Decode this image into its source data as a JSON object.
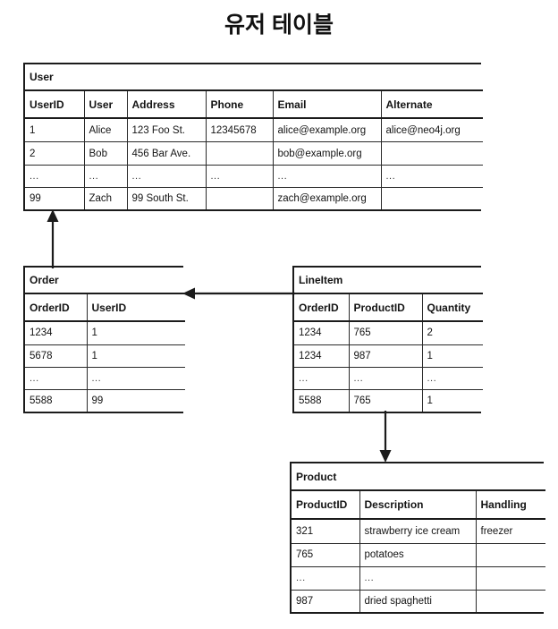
{
  "diagram": {
    "title": "유저 테이블",
    "type": "relational-schema-diagram"
  },
  "tables": {
    "user": {
      "name": "User",
      "columns": [
        "UserID",
        "User",
        "Address",
        "Phone",
        "Email",
        "Alternate"
      ],
      "rows": [
        [
          "1",
          "Alice",
          "123 Foo St.",
          "12345678",
          "alice@example.org",
          "alice@neo4j.org"
        ],
        [
          "2",
          "Bob",
          "456 Bar Ave.",
          "",
          "bob@example.org",
          ""
        ],
        [
          "...",
          "...",
          "...",
          "...",
          "...",
          "..."
        ],
        [
          "99",
          "Zach",
          "99 South St.",
          "",
          "zach@example.org",
          ""
        ]
      ]
    },
    "order": {
      "name": "Order",
      "columns": [
        "OrderID",
        "UserID"
      ],
      "rows": [
        [
          "1234",
          "1"
        ],
        [
          "5678",
          "1"
        ],
        [
          "...",
          "..."
        ],
        [
          "5588",
          "99"
        ]
      ]
    },
    "lineitem": {
      "name": "LineItem",
      "columns": [
        "OrderID",
        "ProductID",
        "Quantity"
      ],
      "rows": [
        [
          "1234",
          "765",
          "2"
        ],
        [
          "1234",
          "987",
          "1"
        ],
        [
          "...",
          "...",
          "..."
        ],
        [
          "5588",
          "765",
          "1"
        ]
      ]
    },
    "product": {
      "name": "Product",
      "columns": [
        "ProductID",
        "Description",
        "Handling"
      ],
      "rows": [
        [
          "321",
          "strawberry ice cream",
          "freezer"
        ],
        [
          "765",
          "potatoes",
          ""
        ],
        [
          "...",
          "...",
          ""
        ],
        [
          "987",
          "dried spaghetti",
          ""
        ]
      ]
    }
  },
  "relationships": [
    {
      "id": "order-to-user",
      "from": "Order",
      "to": "User",
      "direction": "up"
    },
    {
      "id": "lineitem-to-order",
      "from": "LineItem",
      "to": "Order",
      "direction": "left"
    },
    {
      "id": "lineitem-to-product",
      "from": "LineItem",
      "to": "Product",
      "direction": "down"
    }
  ],
  "colors": {
    "background": "#ffffff",
    "border": "#1b1b1b",
    "text": "#111111",
    "connector": "#1b1b1b"
  }
}
